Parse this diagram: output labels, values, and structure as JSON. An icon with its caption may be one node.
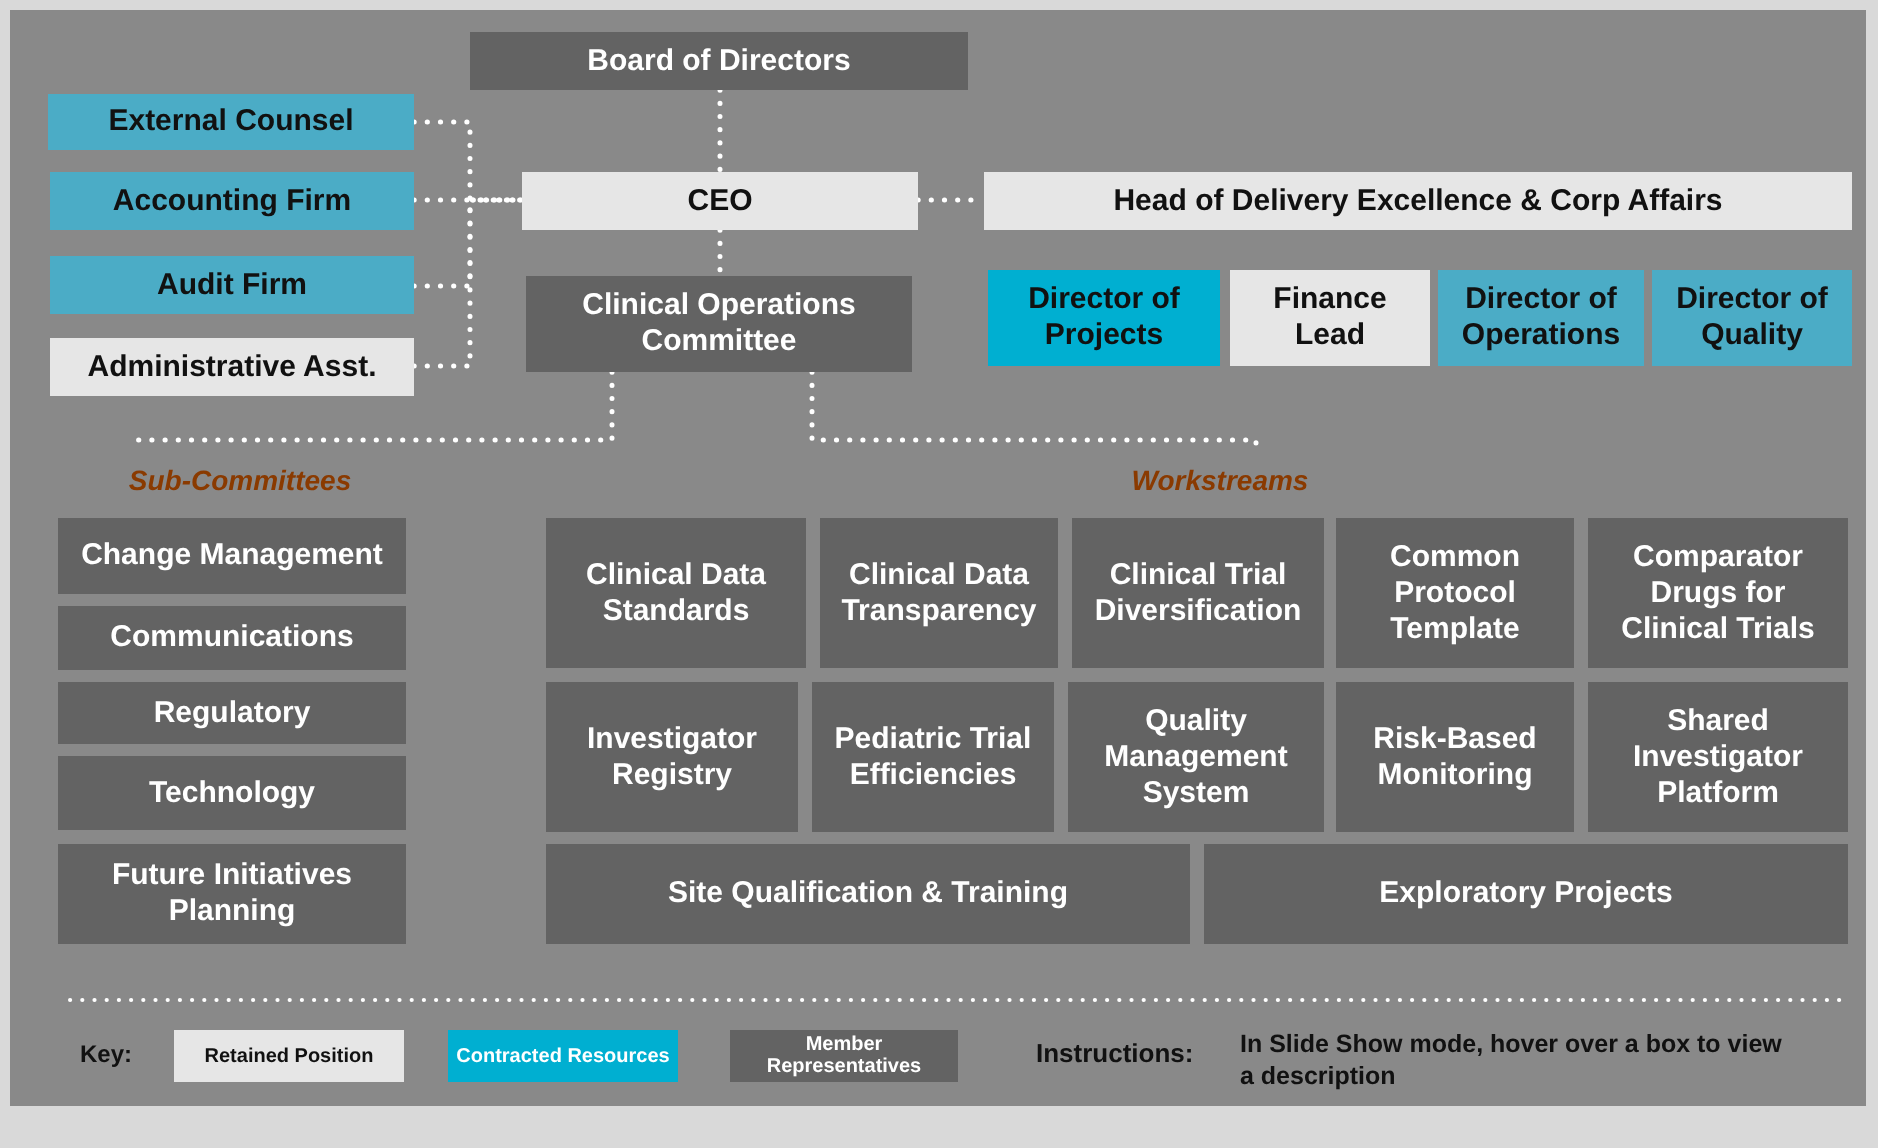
{
  "diagram": {
    "nodes": [
      {
        "text": [
          "Board of Directors"
        ]
      },
      {
        "text": [
          "External Counsel"
        ]
      },
      {
        "text": [
          "Accounting Firm"
        ]
      },
      {
        "text": [
          "Audit Firm"
        ]
      },
      {
        "text": [
          "Administrative Asst."
        ]
      },
      {
        "text": [
          "CEO"
        ]
      },
      {
        "text": [
          "Head of Delivery Excellence & Corp Affairs"
        ]
      },
      {
        "text": [
          "Clinical Operations Committee"
        ]
      },
      {
        "text": [
          "Director of Projects"
        ]
      },
      {
        "text": [
          "Finance Lead"
        ]
      },
      {
        "text": [
          "Director of Operations"
        ]
      },
      {
        "text": [
          "Director of Quality"
        ]
      },
      {
        "text": [
          "Sub-Committees"
        ]
      },
      {
        "text": [
          "Workstreams"
        ]
      },
      {
        "text": [
          "Change Management"
        ]
      },
      {
        "text": [
          "Communications"
        ]
      },
      {
        "text": [
          "Regulatory"
        ]
      },
      {
        "text": [
          "Technology"
        ]
      },
      {
        "text": [
          "Future Initiatives Planning"
        ]
      },
      {
        "text": [
          "Clinical Data Standards"
        ]
      },
      {
        "text": [
          "Clinical Data Transparency"
        ]
      },
      {
        "text": [
          "Clinical Trial Diversification"
        ]
      },
      {
        "text": [
          "Common Protocol Template"
        ]
      },
      {
        "text": [
          "Comparator Drugs for Clinical Trials"
        ]
      },
      {
        "text": [
          "Investigator Registry"
        ]
      },
      {
        "text": [
          "Pediatric Trial Efficiencies"
        ]
      },
      {
        "text": [
          "Quality Management System"
        ]
      },
      {
        "text": [
          "Risk-Based Monitoring"
        ]
      },
      {
        "text": [
          "Shared Investigator Platform"
        ]
      },
      {
        "text": [
          "Site Qualification & Training"
        ]
      },
      {
        "text": [
          "Exploratory Projects"
        ]
      }
    ],
    "edges": [
      {
        "from": 0,
        "to": 5,
        "arrow": "none"
      },
      {
        "from": 1,
        "to": 5,
        "arrow": "none"
      },
      {
        "from": 2,
        "to": 5,
        "arrow": "none"
      },
      {
        "from": 3,
        "to": 5,
        "arrow": "none"
      },
      {
        "from": 4,
        "to": 5,
        "arrow": "none"
      },
      {
        "from": 5,
        "to": 6,
        "arrow": "none"
      },
      {
        "from": 5,
        "to": 7,
        "arrow": "none"
      },
      {
        "from": 7,
        "to": 12,
        "arrow": "none"
      },
      {
        "from": 7,
        "to": 13,
        "arrow": "none"
      }
    ],
    "labels": [
      "Key:",
      "Instructions:",
      "In Slide Show mode, hover over a box to view a description"
    ],
    "legend": [
      {
        "text": "Retained Position",
        "color": "#e6e6e6"
      },
      {
        "text": "Contracted Resources",
        "color": "#00afd1"
      },
      {
        "text": "Member Representatives",
        "color": "#636363"
      }
    ]
  }
}
